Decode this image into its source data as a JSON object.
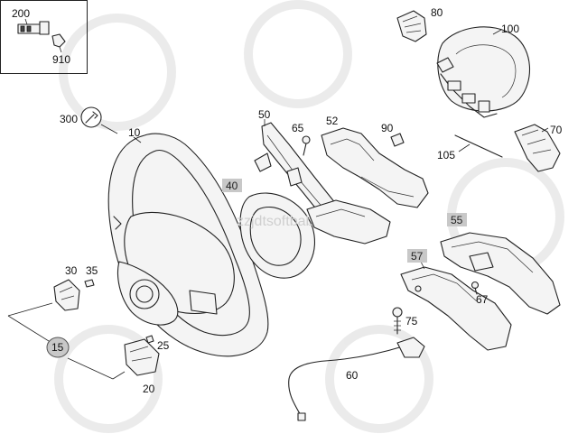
{
  "callouts": {
    "c200": "200",
    "c910": "910",
    "c80": "80",
    "c100": "100",
    "c300": "300",
    "c10": "10",
    "c50": "50",
    "c65": "65",
    "c52": "52",
    "c90": "90",
    "c70": "70",
    "c105": "105",
    "c40": "40",
    "c55": "55",
    "c57": "57",
    "c67": "67",
    "c30": "30",
    "c35": "35",
    "c15": "15",
    "c25": "25",
    "c20": "20",
    "c75": "75",
    "c60": "60"
  },
  "watermark": "zzjdtsoftbaba.com",
  "colors": {
    "highlight_box": "#c8c8c8",
    "line": "#222222"
  }
}
